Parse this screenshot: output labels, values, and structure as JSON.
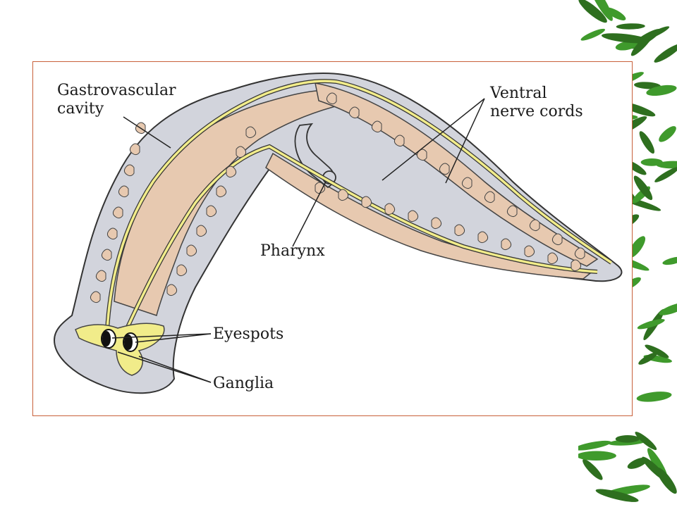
{
  "diagram": {
    "labels": {
      "gastrovascular_cavity": [
        "Gastrovascular",
        "cavity"
      ],
      "ventral_nerve_cords": [
        "Ventral",
        "nerve cords"
      ],
      "pharynx": "Pharynx",
      "eyespots": "Eyespots",
      "ganglia": "Ganglia"
    },
    "colors": {
      "body_fill": "#d2d4dc",
      "gut_fill": "#e7c9b0",
      "nerve_fill": "#f1ec8a",
      "outline": "#333333",
      "frame_border": "#c8603a",
      "bamboo_leaf": "#3f9a2c",
      "bamboo_dark": "#2e6f1f"
    },
    "decoration": "bamboo-leaves"
  }
}
